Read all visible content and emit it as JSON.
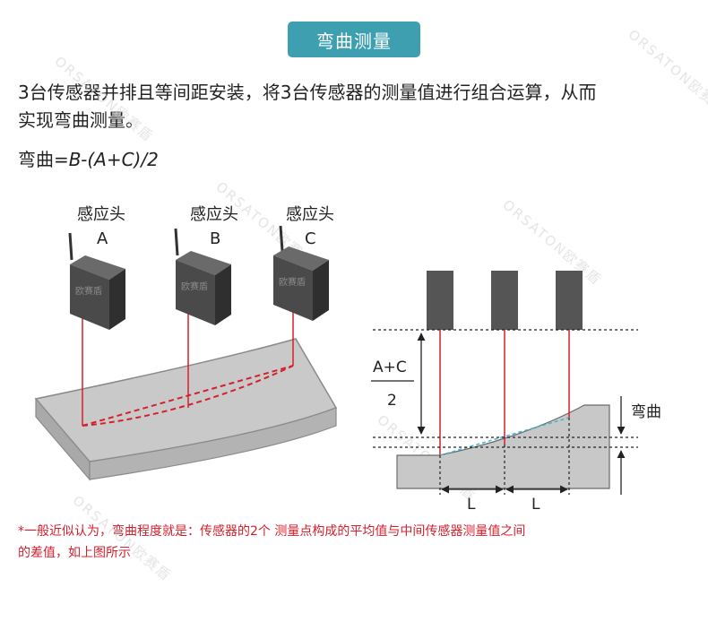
{
  "title": "弯曲测量",
  "description_lines": [
    "3台传感器并排且等间距安装，将3台传感器的测量值进行组合运算，从而",
    "实现弯曲测量。"
  ],
  "formula": {
    "prefix": "弯曲",
    "expression": "=B-(A+C)/2"
  },
  "sensors": [
    {
      "label": "感应头",
      "letter": "A"
    },
    {
      "label": "感应头",
      "letter": "B"
    },
    {
      "label": "感应头",
      "letter": "C"
    }
  ],
  "sensor_logo_text": "欧赛盾",
  "right_diagram": {
    "fraction_top": "A+C",
    "fraction_bottom": "2",
    "bend_label": "弯曲",
    "spacing_label": "L"
  },
  "footnote_lines": [
    "*一般近似认为，弯曲程度就是：传感器的2个 测量点构成的平均值与中间传感器测量值之间",
    "的差值，如上图所示"
  ],
  "watermark_text": "ORSATON欧赛盾",
  "colors": {
    "accent": "#3d9fb0",
    "laser": "#d4202c",
    "reference_line": "#3fb6d8",
    "surface": "#c8c8c8",
    "sensor_body": "#4a4a4a"
  }
}
